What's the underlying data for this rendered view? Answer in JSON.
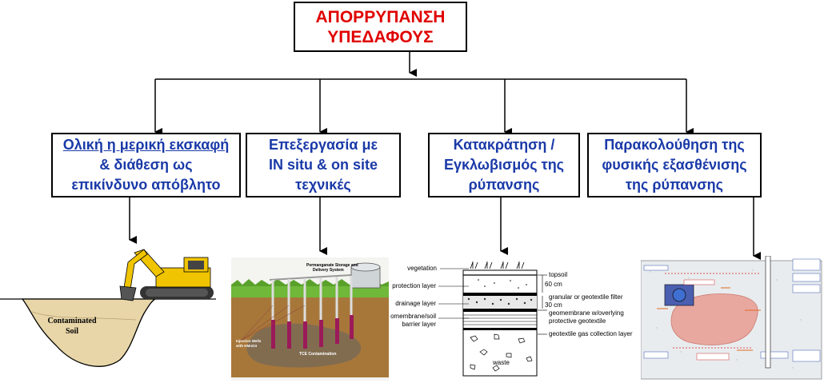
{
  "title": {
    "line1": "ΑΠΟΡΡΥΠΑΝΣΗ",
    "line2": "ΥΠΕΔΑΦΟΥΣ"
  },
  "categories": [
    {
      "line1": "Ολική η μερική εκσκαφή",
      "line2": "& διάθεση ως",
      "line3": "επικίνδυνο απόβλητο"
    },
    {
      "line1": "Επεξεργασία με",
      "line2": "IN situ & on site",
      "line3": "τεχνικές"
    },
    {
      "line1": "Κατακράτηση /",
      "line2": "Εγκλωβισμός της",
      "line3": "ρύπανσης"
    },
    {
      "line1": "Παρακολούθηση της",
      "line2": "φυσικής εξασθένισης",
      "line3": "της ρύπανσης"
    }
  ],
  "illustrations": {
    "excavation": {
      "soil_label_1": "Contaminated",
      "soil_label_2": "Soil"
    },
    "insitu": {
      "system_label_1": "Permanganate Storage and",
      "system_label_2": "Delivery System",
      "wells_label_1": "Injection Wells",
      "wells_label_2": "with KMnO4",
      "plume_label": "TCE Contamination"
    },
    "cap": {
      "left_labels": [
        "vegetation",
        "protection layer",
        "drainage layer",
        "geomembrane/soil",
        "barrier layer"
      ],
      "right_labels": [
        "topsoil",
        "60 cm",
        "granular or geotextile filter",
        "30 cm",
        "geomembrane w/overlying",
        "protective geotextile",
        "geotextile gas collection layer"
      ],
      "waste_label": "waste"
    }
  },
  "colors": {
    "title_text": "#e00000",
    "category_text": "#1a3aa8",
    "grass": "#6fb83a",
    "soil": "#a7773a",
    "plume": "#e8a8a0"
  }
}
